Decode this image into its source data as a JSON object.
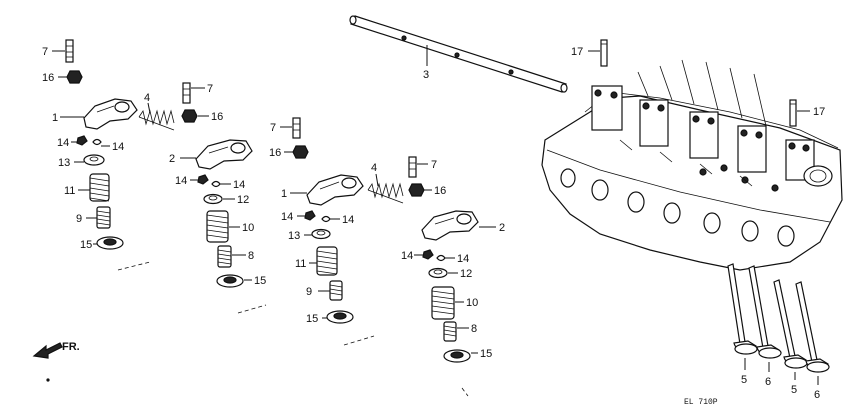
{
  "diagram": {
    "direction_label": "FR.",
    "drawing_code": "EL 710P",
    "callouts": {
      "rocker_arm_a": "1",
      "rocker_arm_b": "2",
      "rocker_shaft": "3",
      "spring_4": "4",
      "valve_5": "5",
      "valve_6": "6",
      "adjusting_screw": "7",
      "spring_8": "8",
      "spring_9": "9",
      "outer_spring_10": "10",
      "outer_spring_11": "11",
      "retainer_12": "12",
      "retainer_13": "13",
      "cotter_14": "14",
      "seat_15": "15",
      "nut_16": "16",
      "dowel_17": "17"
    }
  }
}
